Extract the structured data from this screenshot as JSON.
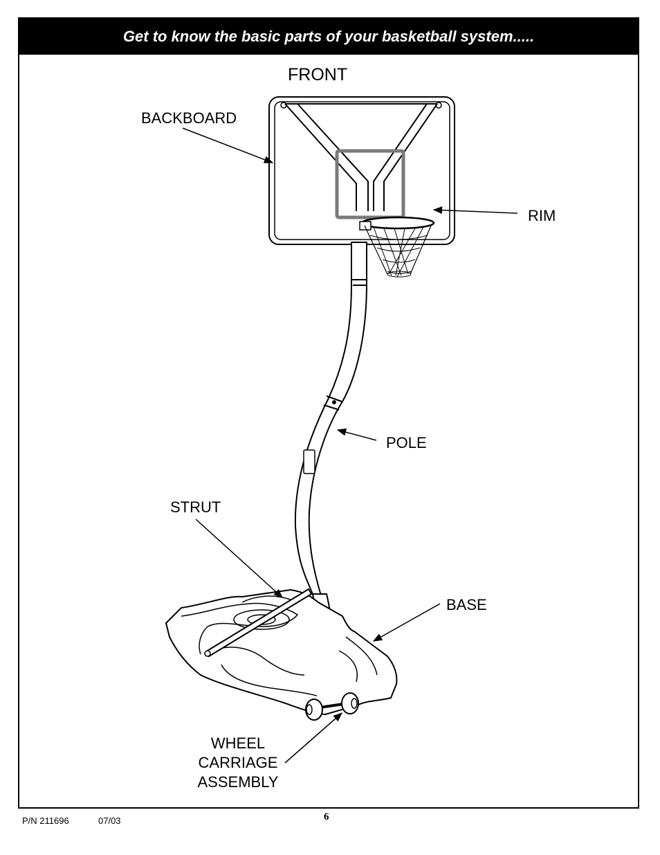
{
  "header": {
    "title": "Get to know the basic parts of your basketball system....."
  },
  "labels": {
    "front": "FRONT",
    "backboard": "BACKBOARD",
    "rim": "RIM",
    "pole": "POLE",
    "strut": "STRUT",
    "base": "BASE",
    "wheel_line1": "WHEEL",
    "wheel_line2": "CARRIAGE",
    "wheel_line3": "ASSEMBLY"
  },
  "footer": {
    "part_number": "P/N 211696",
    "date": "07/03",
    "page": "6"
  }
}
